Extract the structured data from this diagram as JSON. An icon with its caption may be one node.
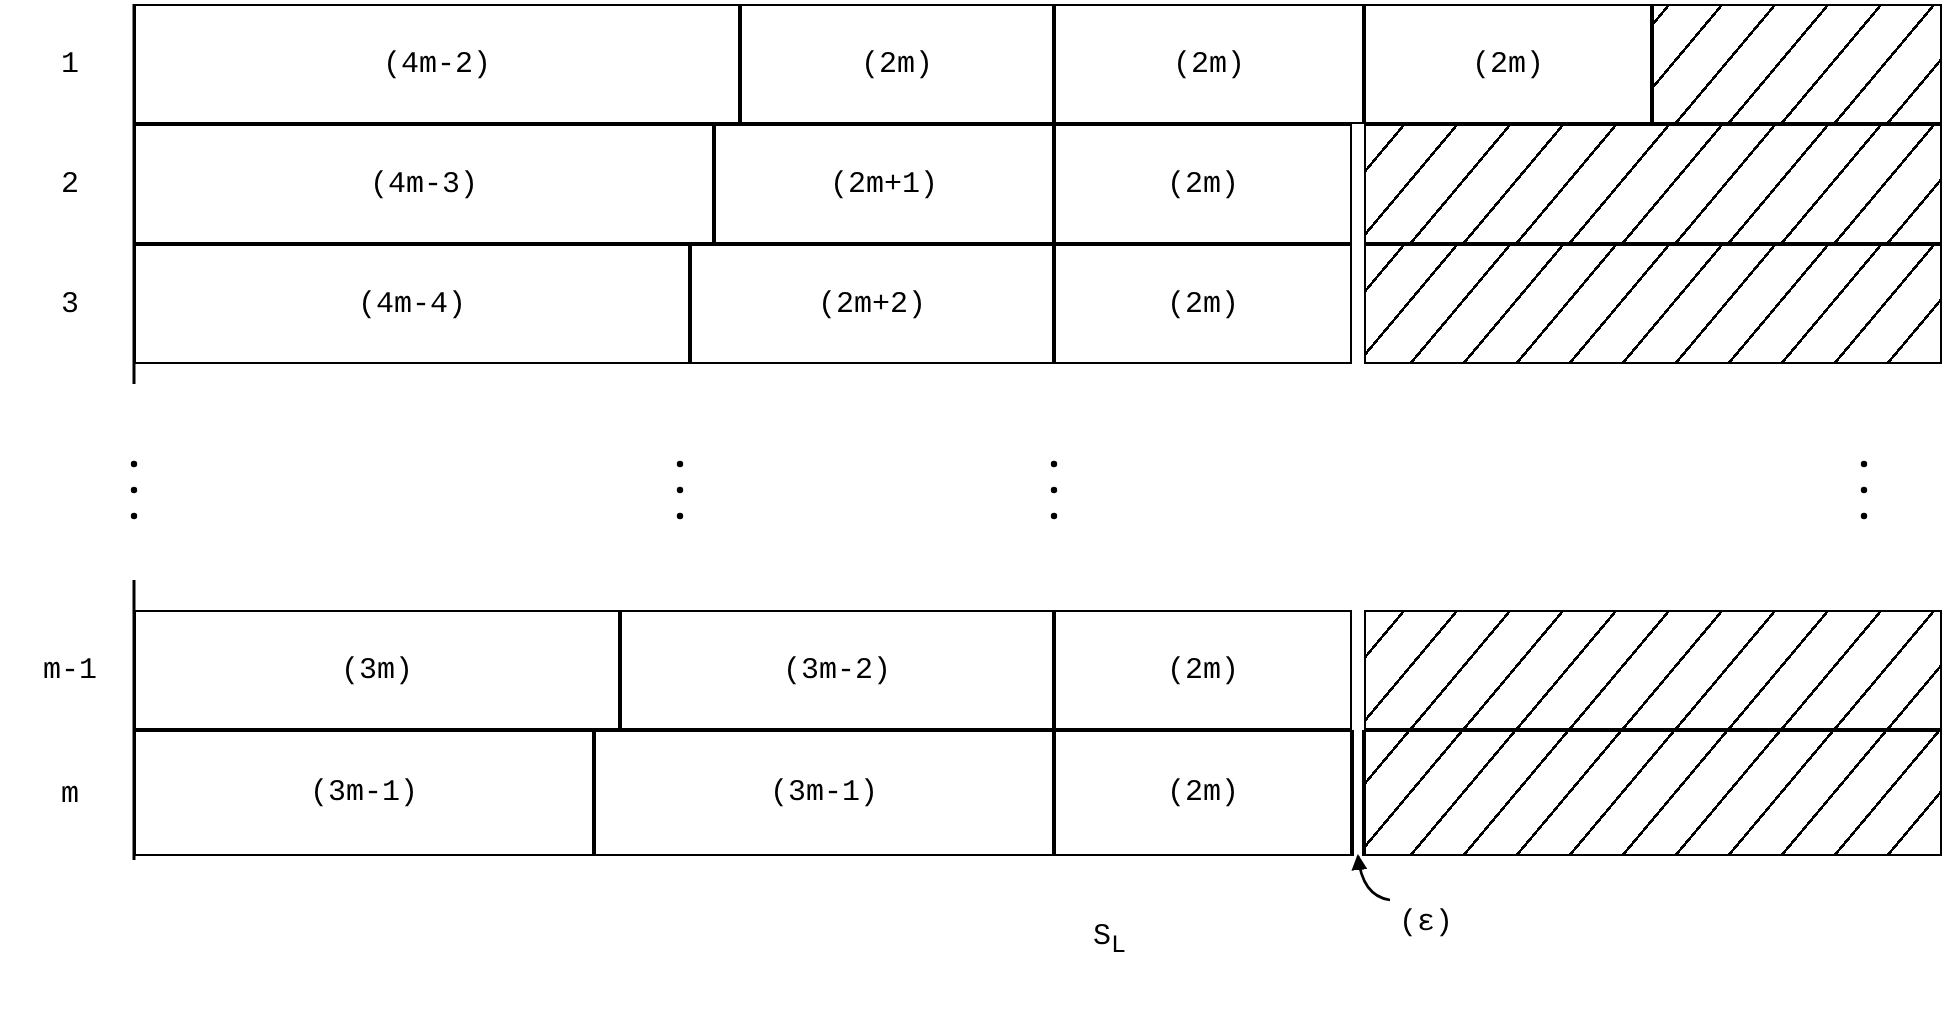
{
  "diagram": {
    "nodes": [
      {
        "text": [
          "(4m-2)"
        ]
      },
      {
        "text": [
          "(2m)"
        ]
      },
      {
        "text": [
          "(2m)"
        ]
      },
      {
        "text": [
          "(2m)"
        ]
      },
      {
        "text": [],
        "shape": "box"
      },
      {
        "text": [
          "(4m-3)"
        ]
      },
      {
        "text": [
          "(2m+1)"
        ]
      },
      {
        "text": [
          "(2m)"
        ]
      },
      {
        "text": [],
        "shape": "box"
      },
      {
        "text": [
          "(4m-4)"
        ]
      },
      {
        "text": [
          "(2m+2)"
        ]
      },
      {
        "text": [
          "(2m)"
        ]
      },
      {
        "text": [],
        "shape": "box"
      },
      {
        "text": [
          "(3m)"
        ]
      },
      {
        "text": [
          "(3m-2)"
        ]
      },
      {
        "text": [
          "(2m)"
        ]
      },
      {
        "text": [],
        "shape": "box"
      },
      {
        "text": [
          "(3m-1)"
        ]
      },
      {
        "text": [
          "(3m-1)"
        ]
      },
      {
        "text": [
          "(2m)"
        ]
      },
      {
        "text": [],
        "shape": "box"
      },
      {
        "text": [
          "(ε)"
        ]
      },
      {
        "text": [],
        "shape": "bar"
      }
    ],
    "edges": [
      {
        "from": 21,
        "to": 22,
        "arrow": "to"
      }
    ],
    "labels": [
      "1",
      "2",
      "3",
      "m-1",
      "m",
      "S$_{L}$"
    ]
  }
}
